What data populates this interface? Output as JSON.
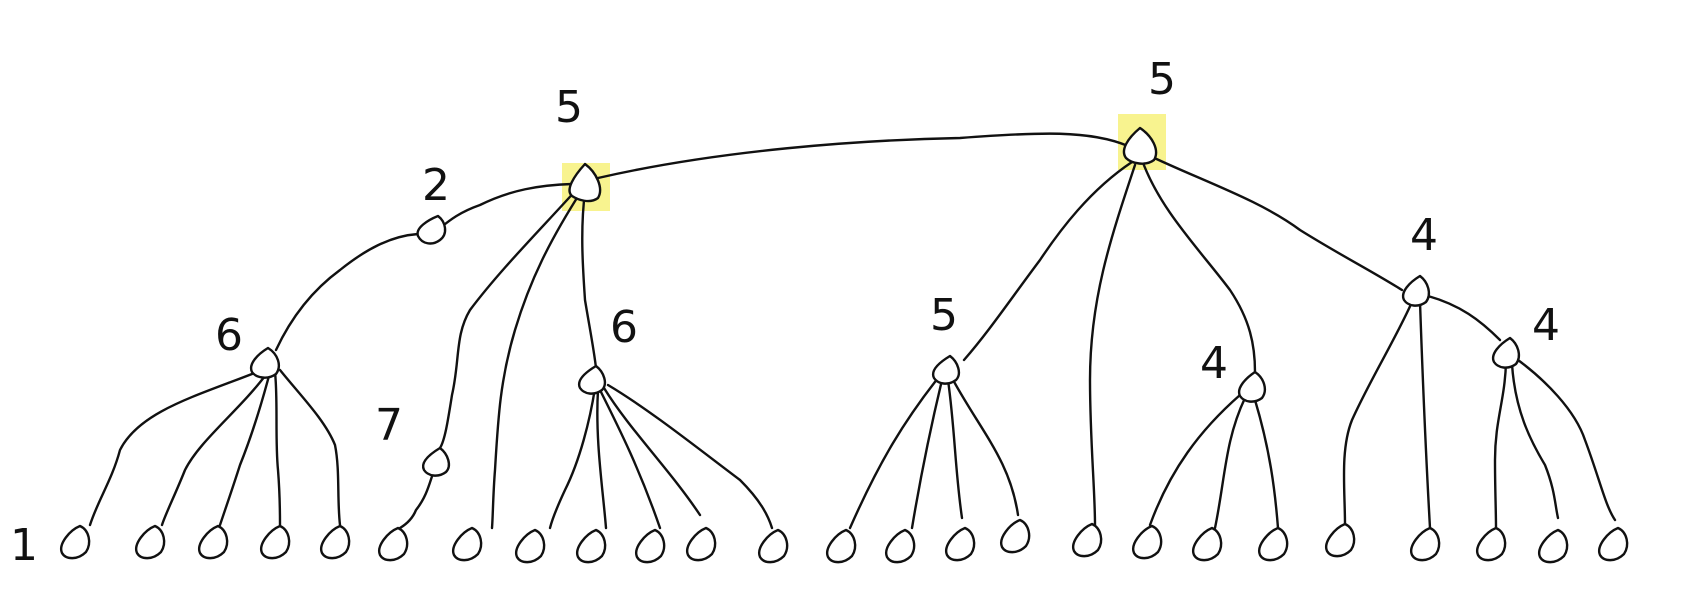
{
  "colors": {
    "ink": "#111111",
    "highlight": "#f5ef6a",
    "background": "#ffffff"
  },
  "labels": {
    "root_right": "5",
    "root_left": "5",
    "node_2_top": "2",
    "node_6_left": "6",
    "node_7": "7",
    "node_6_mid": "6",
    "node_5_mid": "5",
    "node_4_right_top": "4",
    "node_4_mid": "4",
    "node_4_right": "4",
    "leaf_1": "1"
  }
}
